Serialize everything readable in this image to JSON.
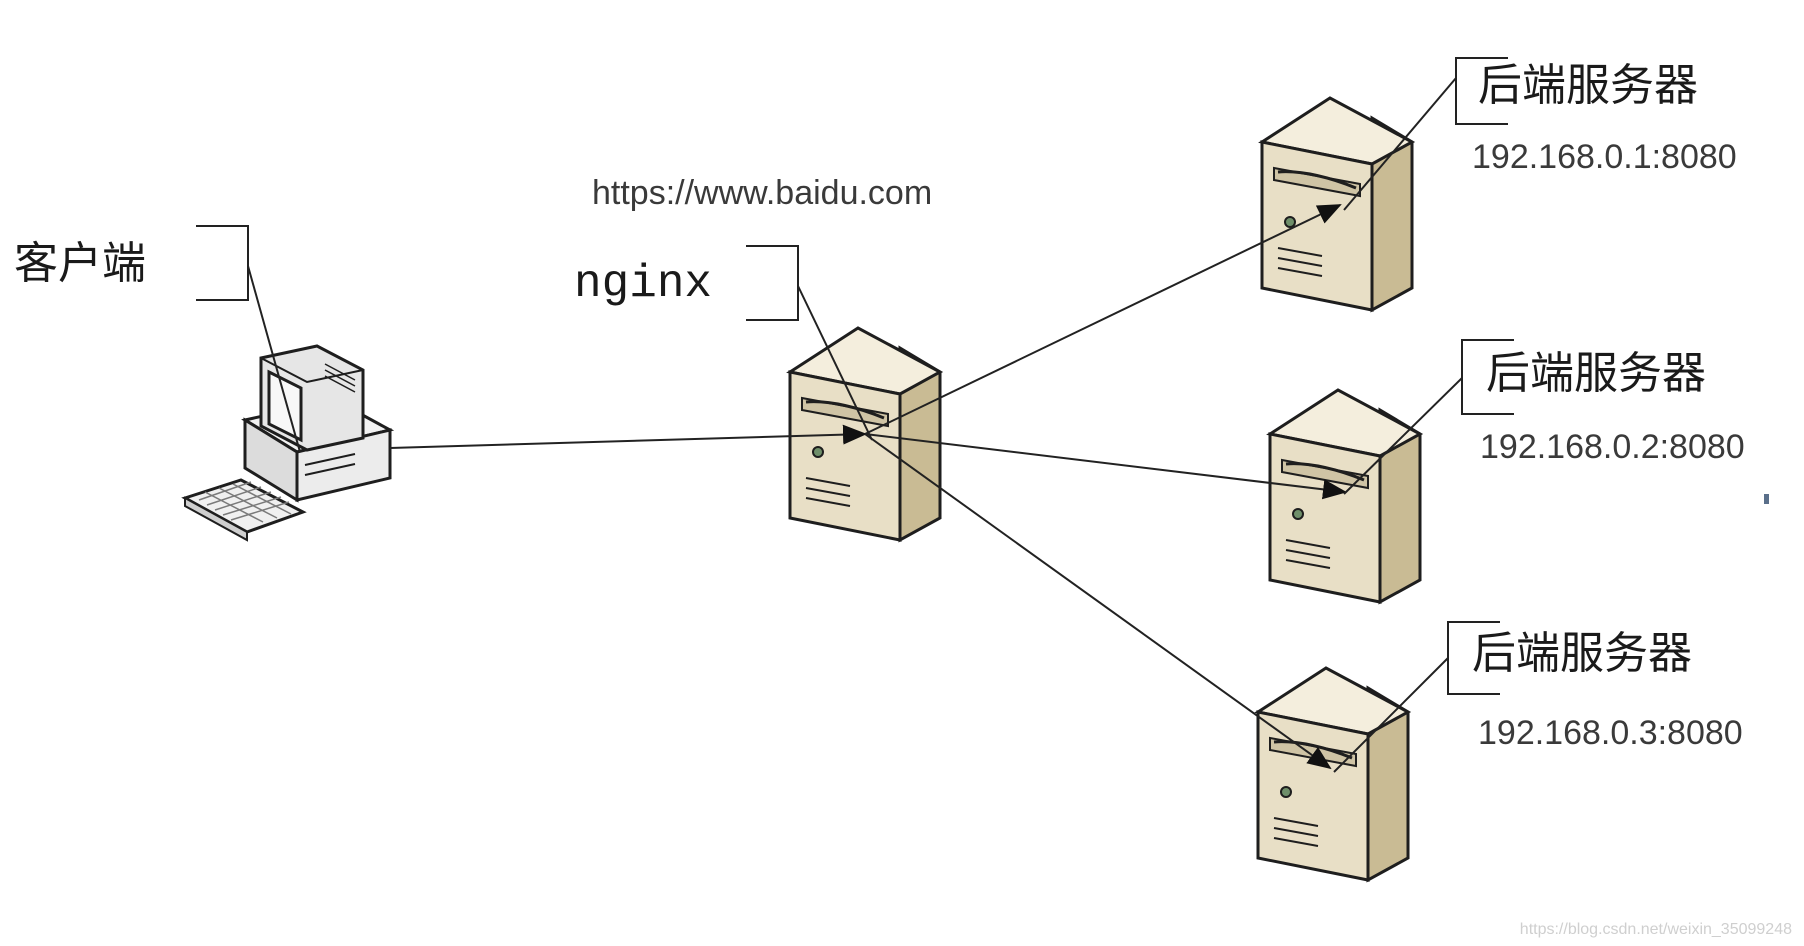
{
  "client": {
    "label": "客户端"
  },
  "proxy": {
    "label": "nginx",
    "url": "https://www.baidu.com"
  },
  "backends": [
    {
      "label": "后端服务器",
      "address": "192.168.0.1:8080"
    },
    {
      "label": "后端服务器",
      "address": "192.168.0.2:8080"
    },
    {
      "label": "后端服务器",
      "address": "192.168.0.3:8080"
    }
  ],
  "watermark": "https://blog.csdn.net/weixin_35099248",
  "colors": {
    "server_front": "#e8dfc6",
    "server_side": "#c9bb94",
    "server_top": "#f4eedd",
    "outline": "#1e1e1e"
  },
  "icons": [
    "desktop-computer-icon",
    "server-icon"
  ]
}
